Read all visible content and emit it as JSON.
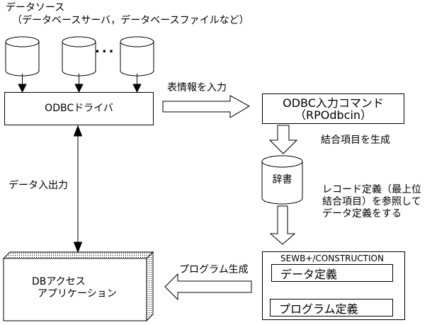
{
  "page": {
    "background": "#ffffff",
    "line_color": "#000000"
  },
  "datasource": {
    "title": "データソース",
    "subtitle": "（データベースサーバ，データベースファイルなど）",
    "ellipsis": "..."
  },
  "nodes": {
    "odbc_driver": {
      "label": "ODBCドライバ"
    },
    "odbc_input_command": {
      "line1": "ODBC入力コマンド",
      "line2": "（RPOdbcin）"
    },
    "dictionary": {
      "label": "辞書"
    },
    "sewb": {
      "title": "SEWB+/CONSTRUCTION",
      "data_definition": "データ定義",
      "program_definition": "プログラム定義"
    },
    "db_app": {
      "line1": "DBアクセス",
      "line2": "アプリケーション"
    }
  },
  "labels": {
    "table_info_input": "表情報を入力",
    "generate_join_items": "結合項目を生成",
    "record_definition_note": {
      "line1": "レコード定義（最上位",
      "line2": "結合項目）を参照して",
      "line3": "データ定義をする"
    },
    "program_generation": "プログラム生成",
    "data_io": "データ入出力"
  }
}
